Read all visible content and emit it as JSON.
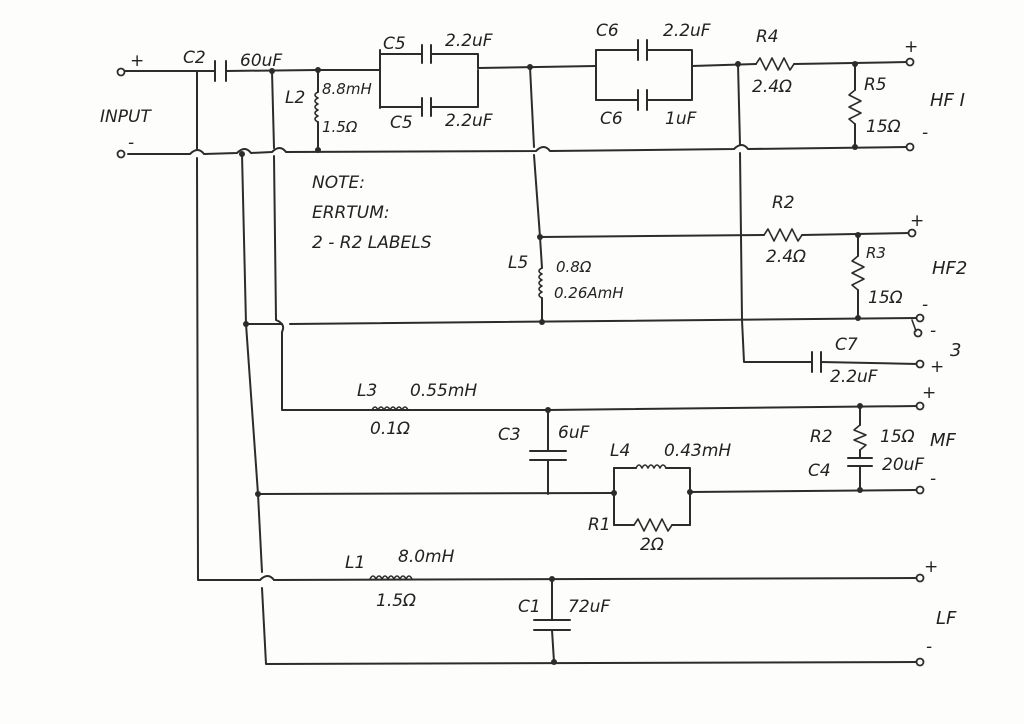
{
  "input": {
    "label": "INPUT",
    "plus": "+",
    "minus": "-"
  },
  "components": {
    "c2": {
      "name": "C2",
      "value": "60uF"
    },
    "l2": {
      "name": "L2",
      "value": "8.8mH",
      "resistance": "1.5Ω"
    },
    "c5a": {
      "name": "C5",
      "value": "2.2uF"
    },
    "c5b": {
      "name": "C5",
      "value": "2.2uF"
    },
    "c6a": {
      "name": "C6",
      "value": "2.2uF"
    },
    "c6b": {
      "name": "C6",
      "value": "1uF"
    },
    "r4": {
      "name": "R4",
      "value": "2.4Ω"
    },
    "r5": {
      "name": "R5",
      "value": "15Ω"
    },
    "r2_hf2": {
      "name": "R2",
      "value": "2.4Ω"
    },
    "r3": {
      "name": "R3",
      "value": "15Ω"
    },
    "l5": {
      "name": "L5",
      "value": "0.26AmH",
      "resistance": "0.8Ω"
    },
    "c7": {
      "name": "C7",
      "value": "2.2uF"
    },
    "l3": {
      "name": "L3",
      "value": "0.55mH",
      "resistance": "0.1Ω"
    },
    "c3": {
      "name": "C3",
      "value": "6uF"
    },
    "l4": {
      "name": "L4",
      "value": "0.43mH"
    },
    "r1": {
      "name": "R1",
      "value": "2Ω"
    },
    "r2_mf": {
      "name": "R2",
      "value": "15Ω"
    },
    "c4": {
      "name": "C4",
      "value": "20uF"
    },
    "l1": {
      "name": "L1",
      "value": "8.0mH",
      "resistance": "1.5Ω"
    },
    "c1": {
      "name": "C1",
      "value": "72uF"
    }
  },
  "outputs": {
    "hf1": {
      "label": "HF I",
      "plus": "+",
      "minus": "-"
    },
    "hf2": {
      "label": "HF2",
      "plus": "+",
      "minus": "-"
    },
    "out3": {
      "label": "3",
      "plus": "+",
      "minus": "-"
    },
    "mf": {
      "label": "MF",
      "plus": "+",
      "minus": "-"
    },
    "lf": {
      "label": "LF",
      "plus": "+",
      "minus": "-"
    }
  },
  "note": {
    "title": "NOTE:",
    "line1": "ERRTUM:",
    "line2": "2 -  R2 LABELS"
  }
}
